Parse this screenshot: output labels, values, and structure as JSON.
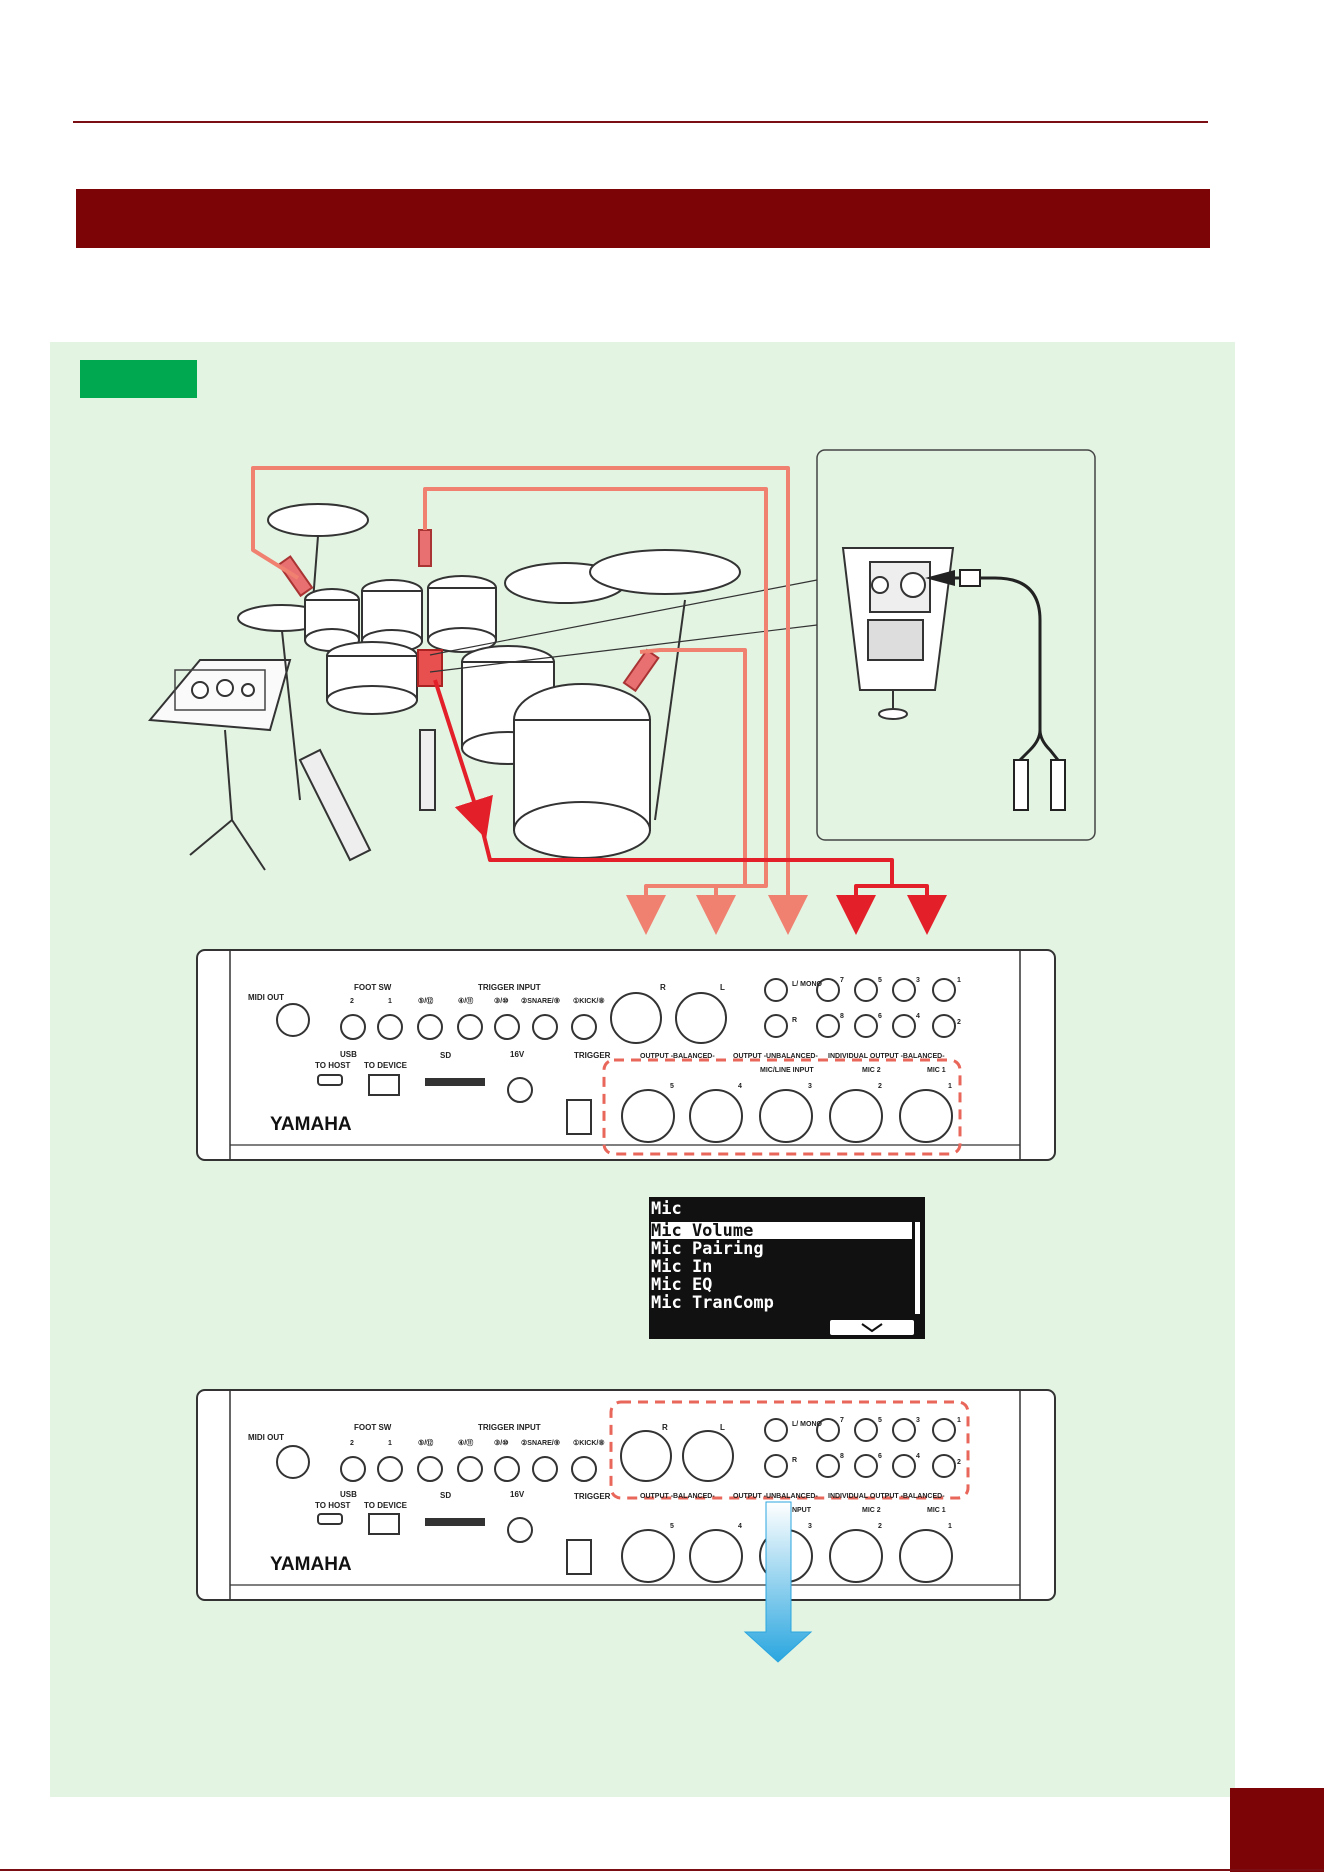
{
  "rear_panel": {
    "midi_out": "MIDI OUT",
    "foot_sw": "FOOT SW",
    "foot_sw_jacks": [
      "2",
      "1"
    ],
    "trigger_input": "TRIGGER INPUT",
    "trigger_jacks": [
      "⑤/⑫",
      "④/⑪",
      "③/⑩",
      "②SNARE/⑨",
      "①KICK/⑧"
    ],
    "trigger": "TRIGGER",
    "usb": "USB",
    "to_host": "TO HOST",
    "to_device": "TO DEVICE",
    "sd": "SD",
    "power": "16V",
    "output_l_mono": "L/ MONO",
    "output_r": "R",
    "output_l": "L",
    "output_balanced": "OUTPUT -BALANCED-",
    "output_unbalanced": "OUTPUT -UNBALANCED-",
    "individual_output": "INDIVIDUAL OUTPUT -BALANCED-",
    "individual_numbers": [
      "7",
      "5",
      "3",
      "1",
      "8",
      "6",
      "4",
      "2"
    ],
    "mic_line_input": "MIC/LINE INPUT",
    "mic_line_fragment": "INPUT",
    "input_numbers": [
      "5",
      "4",
      "3",
      "2",
      "1"
    ],
    "mic_2": "MIC 2",
    "mic_1": "MIC 1",
    "brand": "YAMAHA"
  },
  "lcd_menu": {
    "title": "Mic",
    "items": [
      "Mic Volume",
      "Mic Pairing",
      "Mic In",
      "Mic EQ",
      "Mic TranComp"
    ],
    "selected_index": 0
  },
  "colors": {
    "brand_red": "#7c0406",
    "panel_green": "#e3f4e3",
    "tag_green": "#00a84f",
    "cable_salmon": "#f08070",
    "cable_red": "#e3202a",
    "highlight_dash": "#e9665a",
    "output_arrow": "#3aaee0"
  }
}
